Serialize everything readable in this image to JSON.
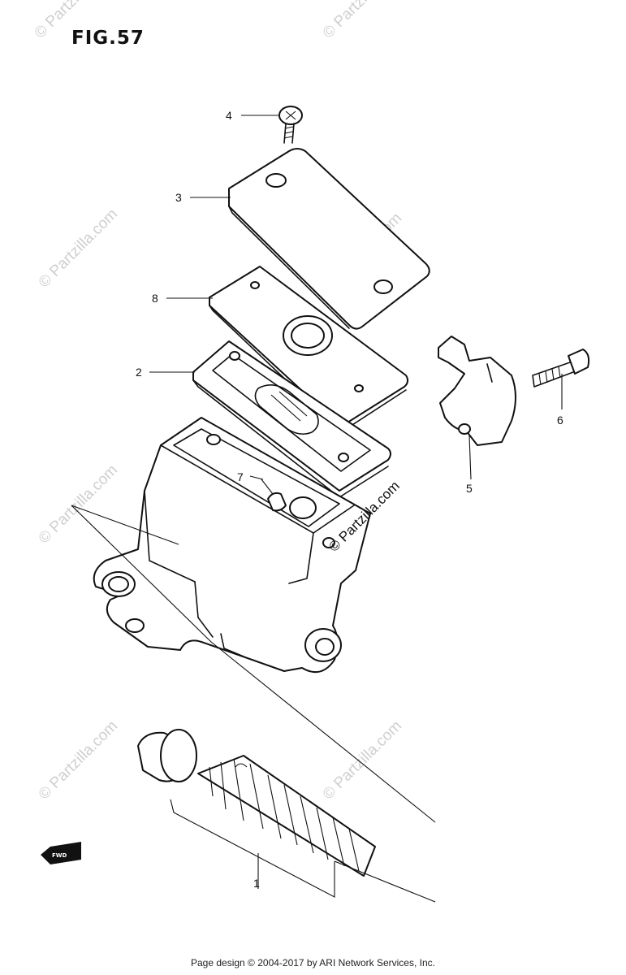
{
  "figure": {
    "title": "FIG.57",
    "watermark_text": "© Partzilla.com",
    "center_mark_text": "© Partzilla.com",
    "fwd_label": "FWD"
  },
  "callouts": [
    {
      "number": "4",
      "part": "screw"
    },
    {
      "number": "3",
      "part": "reservoir-cap"
    },
    {
      "number": "8",
      "part": "plate"
    },
    {
      "number": "2",
      "part": "diaphragm"
    },
    {
      "number": "7",
      "part": "bleeder-cap"
    },
    {
      "number": "5",
      "part": "holder"
    },
    {
      "number": "6",
      "part": "bolt"
    },
    {
      "number": "1",
      "part": "piston-cup-set"
    }
  ],
  "footer": {
    "text": "Page design © 2004-2017 by ARI Network Services, Inc."
  }
}
